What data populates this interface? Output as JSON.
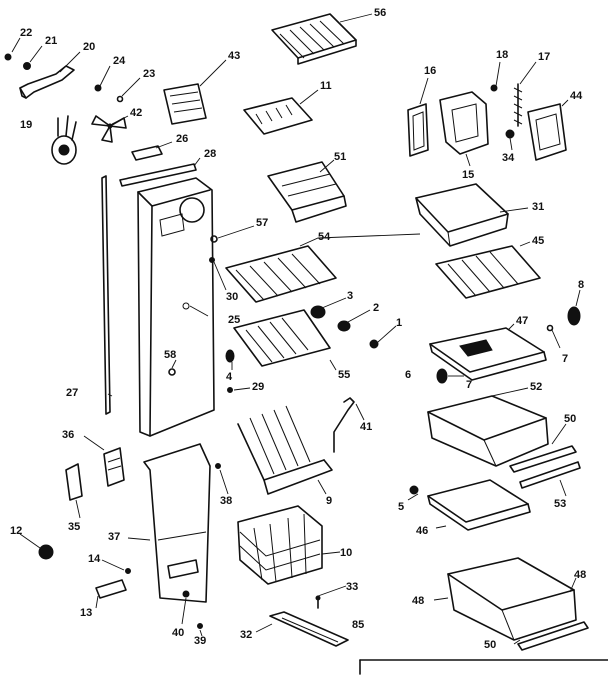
{
  "callouts": [
    {
      "id": "c22",
      "text": "22"
    },
    {
      "id": "c21",
      "text": "21"
    },
    {
      "id": "c20",
      "text": "20"
    },
    {
      "id": "c24",
      "text": "24"
    },
    {
      "id": "c23",
      "text": "23"
    },
    {
      "id": "c43",
      "text": "43"
    },
    {
      "id": "c56",
      "text": "56"
    },
    {
      "id": "c11",
      "text": "11"
    },
    {
      "id": "c16",
      "text": "16"
    },
    {
      "id": "c18",
      "text": "18"
    },
    {
      "id": "c17",
      "text": "17"
    },
    {
      "id": "c44",
      "text": "44"
    },
    {
      "id": "c19",
      "text": "19"
    },
    {
      "id": "c42",
      "text": "42"
    },
    {
      "id": "c26",
      "text": "26"
    },
    {
      "id": "c28",
      "text": "28"
    },
    {
      "id": "c15",
      "text": "15"
    },
    {
      "id": "c34",
      "text": "34"
    },
    {
      "id": "c51",
      "text": "51"
    },
    {
      "id": "c31",
      "text": "31"
    },
    {
      "id": "c57",
      "text": "57"
    },
    {
      "id": "c54",
      "text": "54"
    },
    {
      "id": "c45",
      "text": "45"
    },
    {
      "id": "c30a",
      "text": "30"
    },
    {
      "id": "c3",
      "text": "3"
    },
    {
      "id": "c2",
      "text": "2"
    },
    {
      "id": "c8",
      "text": "8"
    },
    {
      "id": "c25",
      "text": "25"
    },
    {
      "id": "c1",
      "text": "1"
    },
    {
      "id": "c47",
      "text": "47"
    },
    {
      "id": "c7a",
      "text": "7"
    },
    {
      "id": "c58",
      "text": "58"
    },
    {
      "id": "c55",
      "text": "55"
    },
    {
      "id": "c6",
      "text": "6"
    },
    {
      "id": "c7b",
      "text": "7"
    },
    {
      "id": "c4",
      "text": "4"
    },
    {
      "id": "c29",
      "text": "29"
    },
    {
      "id": "c52",
      "text": "52"
    },
    {
      "id": "c27",
      "text": "27"
    },
    {
      "id": "c41",
      "text": "41"
    },
    {
      "id": "c50a",
      "text": "50"
    },
    {
      "id": "c36a",
      "text": "36"
    },
    {
      "id": "c38",
      "text": "38"
    },
    {
      "id": "c9",
      "text": "9"
    },
    {
      "id": "c53",
      "text": "53"
    },
    {
      "id": "c5",
      "text": "5"
    },
    {
      "id": "c35",
      "text": "35"
    },
    {
      "id": "c46",
      "text": "46"
    },
    {
      "id": "c37",
      "text": "37"
    },
    {
      "id": "c12",
      "text": "12"
    },
    {
      "id": "c10",
      "text": "10"
    },
    {
      "id": "c14",
      "text": "14"
    },
    {
      "id": "c33",
      "text": "33"
    },
    {
      "id": "c48a",
      "text": "48"
    },
    {
      "id": "c48b",
      "text": "48"
    },
    {
      "id": "c13",
      "text": "13"
    },
    {
      "id": "c85",
      "text": "85"
    },
    {
      "id": "c40",
      "text": "40"
    },
    {
      "id": "c39",
      "text": "39"
    },
    {
      "id": "c32",
      "text": "32"
    },
    {
      "id": "c50b",
      "text": "50"
    }
  ]
}
